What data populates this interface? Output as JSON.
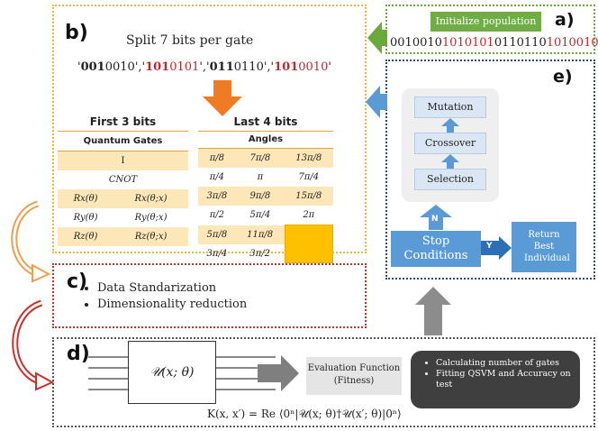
{
  "panel_a": {
    "letter": "a)",
    "button": "Initialize population",
    "bits_segments": [
      {
        "text": "0010010",
        "red": false
      },
      {
        "text": "1010101",
        "red": true
      },
      {
        "text": "0110110",
        "red": false
      },
      {
        "text": "1010010",
        "red": true
      }
    ]
  },
  "panel_b": {
    "letter": "b)",
    "title": "Split 7 bits per gate",
    "split_parts": [
      {
        "bold": "001",
        "rest": "0010",
        "red": false,
        "sep": "','"
      },
      {
        "bold": "101",
        "rest": "0101",
        "red": true,
        "sep": "','"
      },
      {
        "bold": "011",
        "rest": "0110",
        "red": false,
        "sep": "','"
      },
      {
        "bold": "101",
        "rest": "0010",
        "red": true,
        "sep": "'"
      }
    ],
    "left_header": "First 3 bits",
    "left_subheader": "Quantum Gates",
    "gates": [
      [
        "I"
      ],
      [
        "CNOT"
      ],
      [
        "Rx(θ)",
        "Rx(θ;x)"
      ],
      [
        "Ry(θ)",
        "Ry(θ;x)"
      ],
      [
        "Rz(θ)",
        "Rz(θ;x)"
      ]
    ],
    "right_header": "Last 4 bits",
    "right_subheader": "Angles",
    "angles": [
      [
        "π/8",
        "7π/8",
        "13π/8"
      ],
      [
        "π/4",
        "π",
        "7π/4"
      ],
      [
        "3π/8",
        "9π/8",
        "15π/8"
      ],
      [
        "π/2",
        "5π/4",
        "2π"
      ],
      [
        "5π/8",
        "11π/8",
        ""
      ],
      [
        "3π/4",
        "3π/2",
        ""
      ]
    ]
  },
  "panel_c": {
    "letter": "c)",
    "items": [
      "Data Standarization",
      "Dimensionality reduction"
    ]
  },
  "panel_d": {
    "letter": "d)",
    "circuit_label": "𝒰(x; θ)",
    "eval_label": "Evaluation Function (Fitness)",
    "items": [
      "Calculating number of gates",
      "Fitting QSVM and Accuracy on test"
    ],
    "formula": "K(x, x′) = Re ⟨0ⁿ|𝒰(x; θ)†𝒰(x′; θ)|0ⁿ⟩"
  },
  "panel_e": {
    "letter": "e)",
    "steps": [
      "Mutation",
      "Crossover",
      "Selection"
    ],
    "n_label": "N",
    "stop": "Stop Conditions",
    "y_label": "Y",
    "return_label": "Return Best Individual"
  },
  "colors": {
    "orange": "#f2b544",
    "green": "#6aaa3a",
    "navy": "#2c4a6e",
    "red": "#c9312b",
    "blue": "#5b9bd5",
    "gray": "#8c8c8c"
  }
}
